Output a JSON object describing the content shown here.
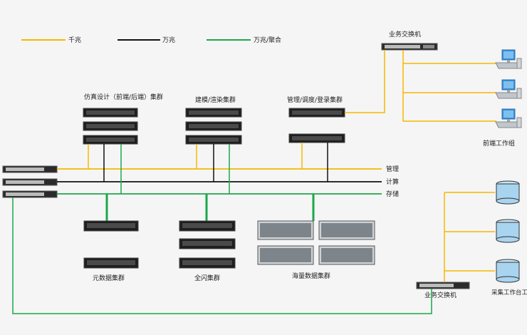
{
  "colors": {
    "gigabit": "#f5b800",
    "tengig": "#111111",
    "storage": "#1aa84a",
    "server_dark": "#1e1e1e",
    "monitor": "#3c8fd8",
    "disk": "#a8d4f0",
    "background": "#f5f5f5"
  },
  "legend": {
    "gigabit": "千兆",
    "tengig": "万兆",
    "storage": "万兆/聚合"
  },
  "groups": {
    "simulation": "仿真设计（前端/后端）集群",
    "modeling": "建模/渲染集群",
    "management": "管理/调度/登录集群",
    "metadata": "元数据集群",
    "flash": "全闪集群",
    "massive": "海量数据集群",
    "frontend_group": "前端工作组",
    "collection_group": "采集工作台工作群"
  },
  "switches": {
    "business_top": "业务交换机",
    "business_bottom": "业务交换机"
  },
  "networks": {
    "management": "管理",
    "compute": "计算",
    "storage": "存储"
  },
  "icons": {
    "monitor": "desktop-computer-icon",
    "disk": "database-cylinder-icon",
    "switch": "network-switch-icon",
    "server": "rack-server-icon"
  }
}
